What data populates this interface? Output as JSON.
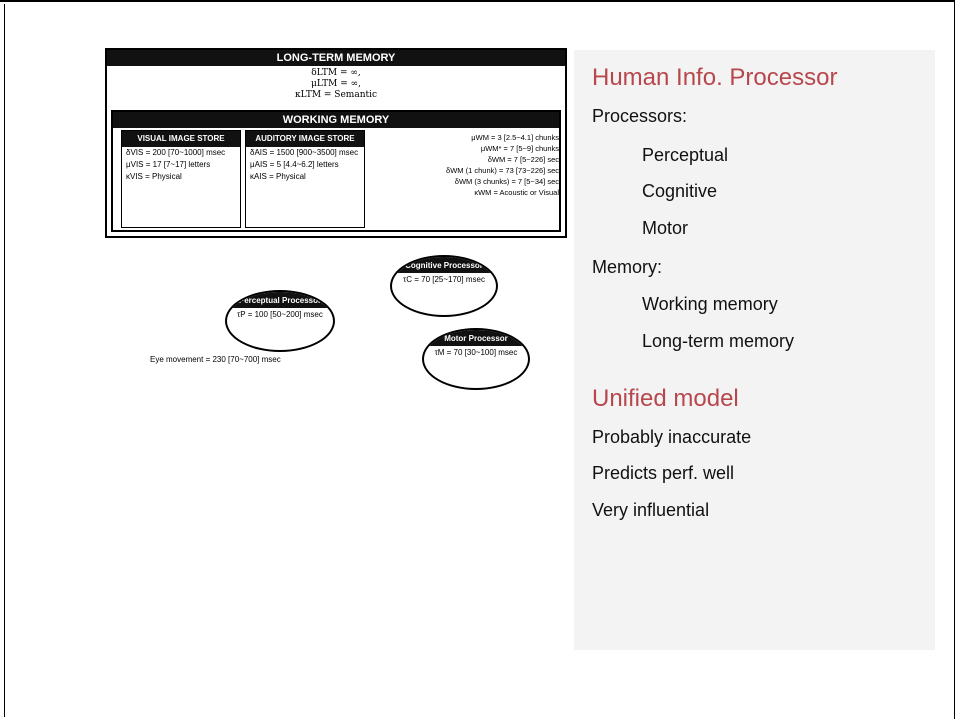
{
  "figure": {
    "ltm": {
      "title": "LONG-TERM MEMORY",
      "params": [
        "δLTM = ∞,",
        "μLTM = ∞,",
        "κLTM = Semantic"
      ]
    },
    "wm": {
      "title": "WORKING MEMORY",
      "params": [
        "μWM = 3 [2.5~4.1] chunks",
        "μWM* = 7 [5~9] chunks",
        "δWM = 7 [5~226] sec",
        "δWM (1 chunk) = 73 [73~226] sec",
        "δWM (3 chunks) = 7 [5~34] sec",
        "κWM = Acoustic or Visual"
      ]
    },
    "visual_store": {
      "title": "VISUAL IMAGE STORE",
      "params": [
        "δVIS = 200 [70~1000] msec",
        "μVIS = 17 [7~17] letters",
        "κVIS = Physical"
      ]
    },
    "auditory_store": {
      "title": "AUDITORY IMAGE STORE",
      "params": [
        "δAIS = 1500 [900~3500] msec",
        "μAIS = 5 [4.4~6.2] letters",
        "κAIS = Physical"
      ]
    },
    "perceptual": {
      "title": "Perceptual Processor",
      "value": "τP = 100 [50~200] msec"
    },
    "cognitive": {
      "title": "Cognitive Processor",
      "value": "τC = 70 [25~170] msec"
    },
    "motor": {
      "title": "Motor Processor",
      "value": "τM = 70 [30~100] msec"
    },
    "eye_movement": "Eye movement = 230 [70~700] msec"
  },
  "panel": {
    "heading1": "Human Info. Processor",
    "processors_label": "Processors:",
    "processors": [
      "Perceptual",
      "Cognitive",
      "Motor"
    ],
    "memory_label": "Memory:",
    "memories": [
      "Working memory",
      "Long-term memory"
    ],
    "heading2": "Unified model",
    "notes": [
      "Probably inaccurate",
      "Predicts perf. well",
      "Very influential"
    ]
  }
}
